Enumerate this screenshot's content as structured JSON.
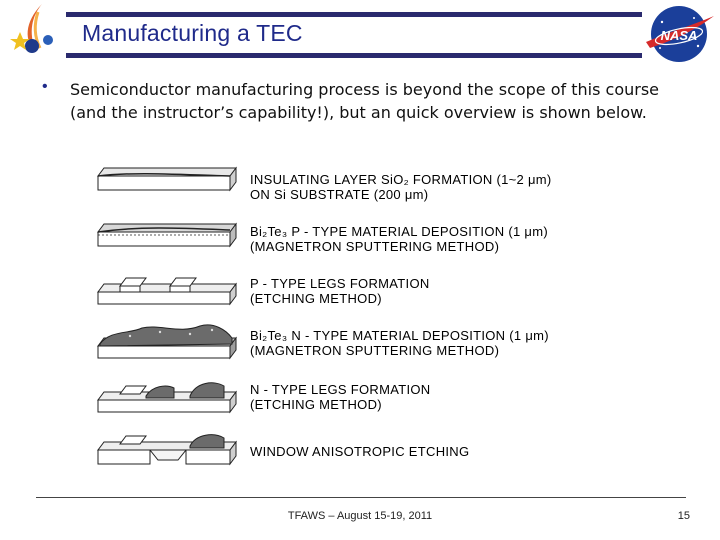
{
  "header": {
    "title": "Manufacturing a TEC"
  },
  "bullet": {
    "text": "Semiconductor manufacturing process is beyond the scope of this course (and the instructor’s capability!), but an quick overview is shown below."
  },
  "figure": {
    "steps": [
      {
        "line1": "INSULATING LAYER SiO₂ FORMATION (1~2 μm)",
        "line2": "ON Si SUBSTRATE (200 μm)"
      },
      {
        "line1": "Bi₂Te₃ P - TYPE MATERIAL DEPOSITION (1 μm)",
        "line2": "(MAGNETRON SPUTTERING METHOD)"
      },
      {
        "line1": "P - TYPE LEGS FORMATION",
        "line2": "(ETCHING METHOD)"
      },
      {
        "line1": "Bi₂Te₃ N - TYPE MATERIAL DEPOSITION (1 μm)",
        "line2": "(MAGNETRON SPUTTERING METHOD)"
      },
      {
        "line1": "N - TYPE LEGS FORMATION",
        "line2": "(ETCHING METHOD)"
      },
      {
        "line1": "WINDOW ANISOTROPIC ETCHING",
        "line2": ""
      }
    ]
  },
  "footer": {
    "text": "TFAWS – August 15-19, 2011",
    "page_number": "15"
  }
}
